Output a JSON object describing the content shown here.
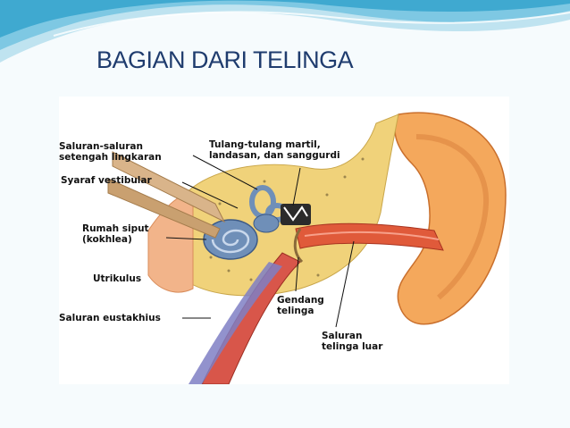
{
  "slide": {
    "title": "BAGIAN DARI TELINGA"
  },
  "diagram": {
    "labels": {
      "semicircular_canals": [
        "Saluran-saluran",
        "setengah lingkaran"
      ],
      "ossicles": [
        "Tulang-tulang martil,",
        "landasan, dan sanggurdi"
      ],
      "vestibular_nerve": "Syaraf vestibular",
      "cochlea": [
        "Rumah siput",
        "(kokhlea)"
      ],
      "utricle": "Utrikulus",
      "eustachian_tube": "Saluran eustakhius",
      "eardrum": [
        "Gendang",
        "telinga"
      ],
      "ear_canal": [
        "Saluran",
        "telinga luar"
      ]
    }
  },
  "colors": {
    "title": "#1f3c6e",
    "header_wave": "#7ec8e3",
    "bone": "#f0d27a",
    "skin": "#f4a85c",
    "canal": "#e05a3a",
    "cochlea": "#6f8fb8"
  }
}
